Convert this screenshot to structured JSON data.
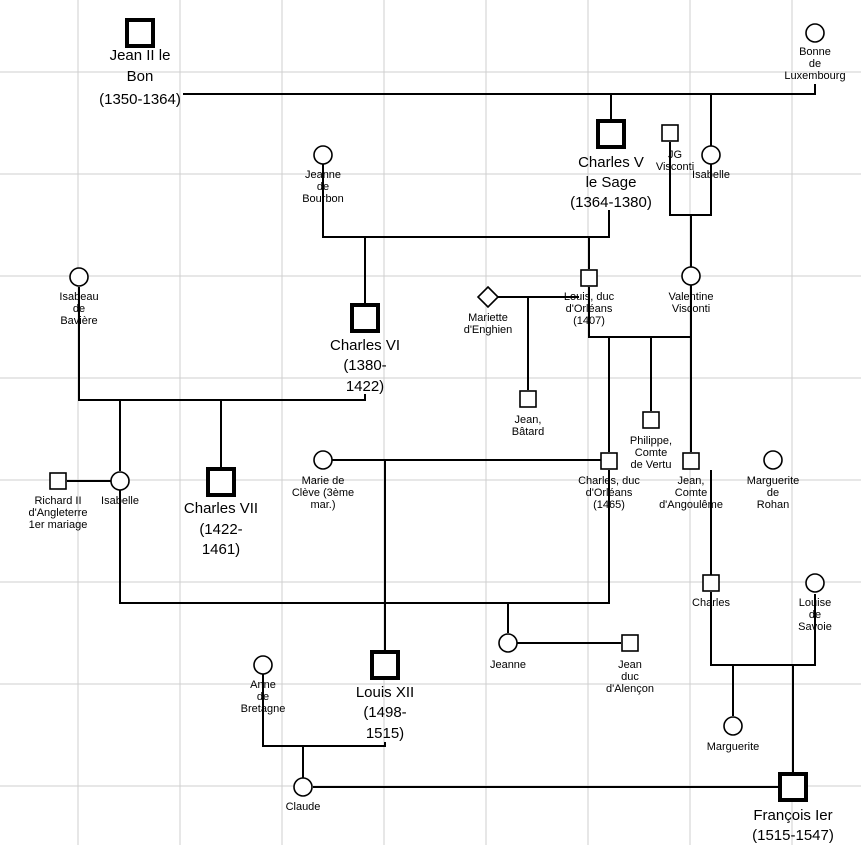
{
  "persons": {
    "jean2": {
      "shape": "square",
      "bold": true,
      "lines": [
        "Jean II le",
        "Bon",
        "(1350-1364)"
      ]
    },
    "bonne": {
      "shape": "circle",
      "bold": false,
      "lines": [
        "Bonne",
        "de",
        "Luxembourg"
      ]
    },
    "charles5": {
      "shape": "square",
      "bold": true,
      "lines": [
        "Charles V",
        "le Sage",
        "(1364-1380)"
      ]
    },
    "jgvisconti": {
      "shape": "square",
      "bold": false,
      "lines": [
        "JG",
        "Visconti"
      ]
    },
    "isabelle_fr": {
      "shape": "circle",
      "bold": false,
      "lines": [
        "Isabelle"
      ]
    },
    "jeanne_bourbon": {
      "shape": "circle",
      "bold": false,
      "lines": [
        "Jeanne",
        "de",
        "Bourbon"
      ]
    },
    "isabeau": {
      "shape": "circle",
      "bold": false,
      "lines": [
        "Isabeau",
        "de",
        "Bavière"
      ]
    },
    "mariette": {
      "shape": "diamond",
      "bold": false,
      "lines": [
        "Mariette",
        "d'Enghien"
      ]
    },
    "louis_orleans": {
      "shape": "square",
      "bold": false,
      "lines": [
        "Louis, duc",
        "d'Orléans",
        "(1407)"
      ]
    },
    "valentine": {
      "shape": "circle",
      "bold": false,
      "lines": [
        "Valentine",
        "Visconti"
      ]
    },
    "charles6": {
      "shape": "square",
      "bold": true,
      "lines": [
        "Charles VI",
        "(1380-",
        "1422)"
      ]
    },
    "jean_batard": {
      "shape": "square",
      "bold": false,
      "lines": [
        "Jean,",
        "Bâtard"
      ]
    },
    "philippe": {
      "shape": "square",
      "bold": false,
      "lines": [
        "Philippe,",
        "Comte",
        "de Vertu"
      ]
    },
    "richard2": {
      "shape": "square",
      "bold": false,
      "lines": [
        "Richard II",
        "d'Angleterre",
        "1er mariage"
      ]
    },
    "isabelle": {
      "shape": "circle",
      "bold": false,
      "lines": [
        "Isabelle"
      ]
    },
    "charles7": {
      "shape": "square",
      "bold": true,
      "lines": [
        "Charles VII",
        "(1422-",
        "1461)"
      ]
    },
    "marie_cleve": {
      "shape": "circle",
      "bold": false,
      "lines": [
        "Marie de",
        "Clève (3ème",
        "mar.)"
      ]
    },
    "charles_orleans": {
      "shape": "square",
      "bold": false,
      "lines": [
        "Charles, duc",
        "d'Orléans",
        "(1465)"
      ]
    },
    "jean_angouleme": {
      "shape": "square",
      "bold": false,
      "lines": [
        "Jean,",
        "Comte",
        "d'Angoulême"
      ]
    },
    "marguerite_rohan": {
      "shape": "circle",
      "bold": false,
      "lines": [
        "Marguerite",
        "de",
        "Rohan"
      ]
    },
    "charles": {
      "shape": "square",
      "bold": false,
      "lines": [
        "Charles"
      ]
    },
    "louise": {
      "shape": "circle",
      "bold": false,
      "lines": [
        "Louise",
        "de",
        "Savoie"
      ]
    },
    "jeanne": {
      "shape": "circle",
      "bold": false,
      "lines": [
        "Jeanne"
      ]
    },
    "jean_alencon": {
      "shape": "square",
      "bold": false,
      "lines": [
        "Jean",
        "duc",
        "d'Alençon"
      ]
    },
    "anne": {
      "shape": "circle",
      "bold": false,
      "lines": [
        "Anne",
        "de",
        "Bretagne"
      ]
    },
    "louis12": {
      "shape": "square",
      "bold": true,
      "lines": [
        "Louis XII",
        "(1498-",
        "1515)"
      ]
    },
    "marguerite": {
      "shape": "circle",
      "bold": false,
      "lines": [
        "Marguerite"
      ]
    },
    "claude": {
      "shape": "circle",
      "bold": false,
      "lines": [
        "Claude"
      ]
    },
    "francois1": {
      "shape": "square",
      "bold": true,
      "lines": [
        "François Ier",
        "(1515-1547)"
      ]
    }
  }
}
